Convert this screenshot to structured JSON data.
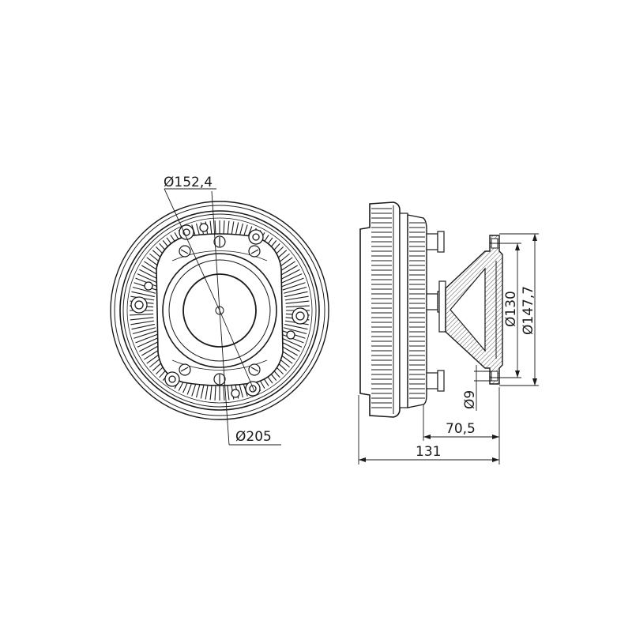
{
  "drawing": {
    "subject": "Viscous fan clutch",
    "views": [
      "front-view",
      "side-section-view"
    ],
    "line_color": "#1a1a1a",
    "background": "#ffffff"
  },
  "dimensions": {
    "bolt_circle_diameter": "Ø152,4",
    "outer_diameter": "Ø205",
    "flange_inner_diameter": "Ø130",
    "flange_outer_diameter": "Ø147,7",
    "hole_diameter": "Ø9",
    "hub_depth": "70,5",
    "overall_length": "131"
  }
}
